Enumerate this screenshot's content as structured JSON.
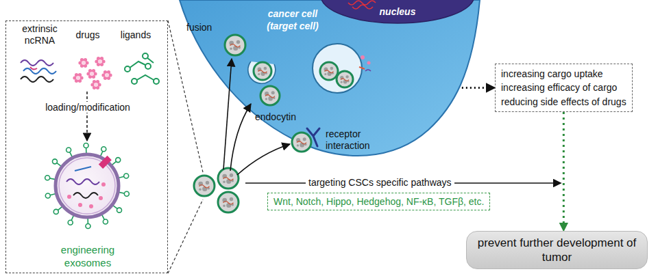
{
  "diagram": {
    "nodes": [
      {
        "text": [
          "extrinsic ncRNA",
          "drugs",
          "ligands",
          "loading/modification",
          "engineering exosomes"
        ]
      },
      {
        "text": [
          "cancer cell (target cell)"
        ]
      },
      {
        "text": [
          "nucleus"
        ],
        "in": 1
      },
      {
        "text": [
          "increasing cargo uptake",
          "increasing efficacy of cargo",
          "reducing side effects of drugs"
        ]
      },
      {
        "text": [
          "Wnt, Notch, Hippo, Hedgehog, NF-κB, TGFβ, etc."
        ]
      },
      {
        "text": [
          "prevent further development of tumor"
        ]
      }
    ],
    "edges": [
      {
        "from": 1,
        "to": 3,
        "arrow": "to"
      },
      {
        "from": 3,
        "to": 5,
        "arrow": "to"
      }
    ],
    "labels": [
      "fusion",
      "endocytin",
      "receptor interaction",
      "targeting CSCs specific pathways"
    ]
  }
}
